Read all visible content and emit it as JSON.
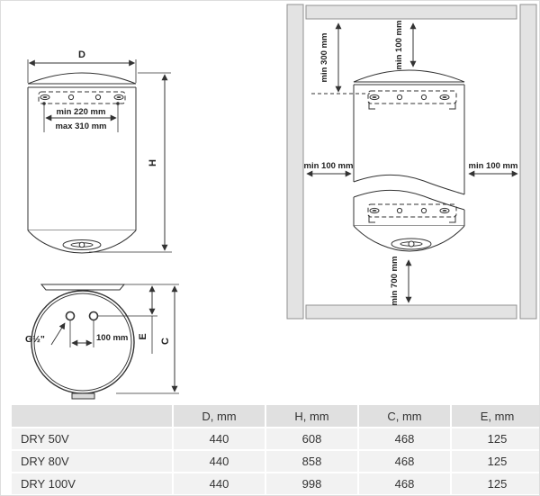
{
  "front_view": {
    "labels": {
      "d": "D",
      "h": "H",
      "min_bracket": "min 220 mm",
      "max_bracket": "max 310 mm"
    }
  },
  "bottom_view": {
    "labels": {
      "thread": "G½\"",
      "pipe_spacing": "100 mm",
      "e": "E",
      "c": "C"
    }
  },
  "installation": {
    "labels": {
      "ceiling_to_bracket": "min 300 mm",
      "ceiling_to_unit": "min 100 mm",
      "left_clearance": "min 100 mm",
      "right_clearance": "min 100 mm",
      "bottom_clearance": "min 700 mm"
    }
  },
  "table": {
    "columns": [
      "",
      "D, mm",
      "H, mm",
      "C, mm",
      "E, mm"
    ],
    "rows": [
      {
        "model": "DRY 50V",
        "d": "440",
        "h": "608",
        "c": "468",
        "e": "125"
      },
      {
        "model": "DRY 80V",
        "d": "440",
        "h": "858",
        "c": "468",
        "e": "125"
      },
      {
        "model": "DRY 100V",
        "d": "440",
        "h": "998",
        "c": "468",
        "e": "125"
      }
    ]
  },
  "colors": {
    "line": "#333333",
    "wall_fill": "#e3e3e3",
    "wall_stroke": "#909090",
    "table_header_bg": "#e0e0e0",
    "table_row_bg": "#f2f2f2"
  }
}
